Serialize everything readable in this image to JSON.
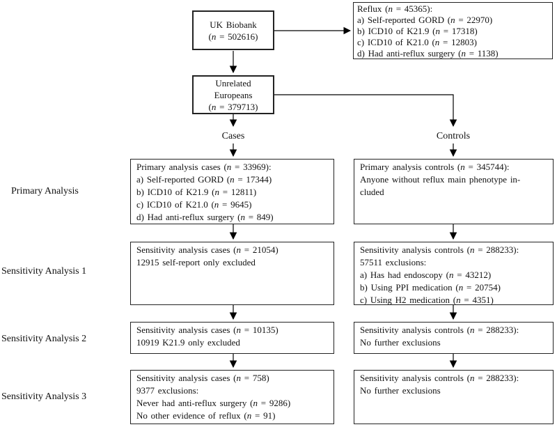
{
  "diagram": {
    "title_semantic": "UK Biobank reflux study participant flowchart",
    "boxes": {
      "uk_biobank": {
        "lines": [
          "UK Biobank",
          "(n = 502616)"
        ]
      },
      "reflux": {
        "lines": [
          "Reflux (n = 45365):",
          "a) Self-reported GORD (n = 22970)",
          "b) ICD10 of K21.9 (n = 17318)",
          "c) ICD10 of K21.0 (n = 12803)",
          "d) Had anti-reflux surgery (n = 1138)"
        ]
      },
      "unrelated_europeans": {
        "lines": [
          "Unrelated",
          "Europeans",
          "(n = 379713)"
        ]
      },
      "primary_cases": {
        "lines": [
          "Primary analysis cases (n = 33969):",
          "a) Self-reported GORD (n = 17344)",
          "b) ICD10 of K21.9 (n = 12811)",
          "c) ICD10 of K21.0 (n = 9645)",
          "d) Had anti-reflux surgery (n = 849)"
        ]
      },
      "primary_controls": {
        "lines": [
          "Primary analysis controls (n = 345744):",
          "Anyone without reflux main phenotype in-",
          "cluded"
        ]
      },
      "sensitivity1_cases": {
        "lines": [
          "Sensitivity analysis cases (n = 21054)",
          "12915 self-report only excluded"
        ]
      },
      "sensitivity1_controls": {
        "lines": [
          "Sensitivity analysis controls (n = 288233):",
          "57511 exclusions:",
          "a) Has had endoscopy (n = 43212)",
          "b) Using PPI medication (n = 20754)",
          "c) Using H2 medication (n = 4351)"
        ]
      },
      "sensitivity2_cases": {
        "lines": [
          "Sensitivity analysis cases (n = 10135)",
          "10919 K21.9 only excluded"
        ]
      },
      "sensitivity2_controls": {
        "lines": [
          "Sensitivity analysis controls (n = 288233):",
          "No further exclusions"
        ]
      },
      "sensitivity3_cases": {
        "lines": [
          "Sensitivity analysis cases (n = 758)",
          "9377 exclusions:",
          "Never had anti-reflux surgery (n = 9286)",
          "No other evidence of reflux (n = 91)"
        ]
      },
      "sensitivity3_controls": {
        "lines": [
          "Sensitivity analysis controls (n = 288233):",
          "No further exclusions"
        ]
      }
    },
    "branch_labels": {
      "cases": "Cases",
      "controls": "Controls"
    },
    "row_labels": [
      "Primary Analysis",
      "Sensitivity Analysis 1",
      "Sensitivity Analysis 2",
      "Sensitivity Analysis 3"
    ],
    "colors": {
      "line": "#000000",
      "border": "#222222",
      "text": "#111111",
      "background": "#ffffff"
    }
  }
}
